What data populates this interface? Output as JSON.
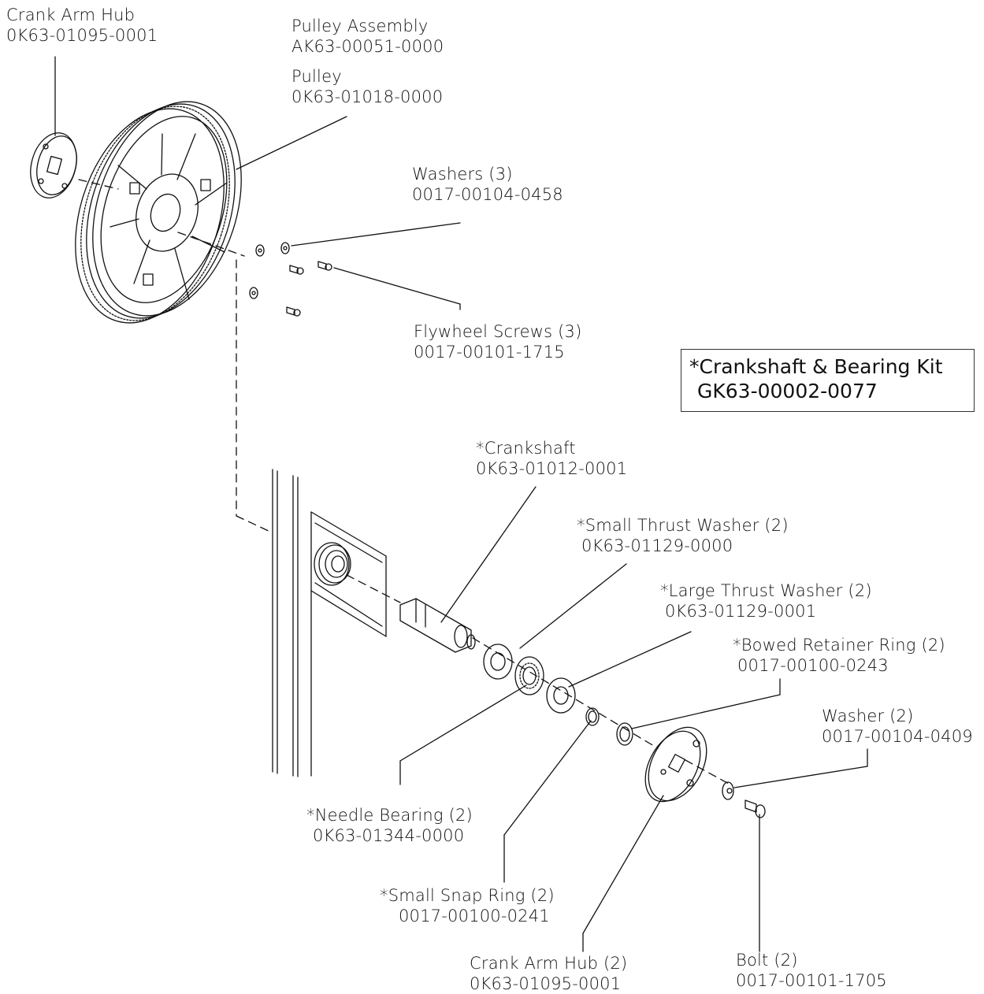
{
  "labels": {
    "crank_arm_hub_top": {
      "name": "Crank Arm Hub",
      "part": "0K63-01095-0001"
    },
    "pulley_assembly": {
      "name": "Pulley Assembly",
      "part": "AK63-00051-0000"
    },
    "pulley": {
      "name": "Pulley",
      "part": "0K63-01018-0000"
    },
    "washers": {
      "name": "Washers (3)",
      "part": "0017-00104-0458"
    },
    "flywheel_screws": {
      "name": "Flywheel Screws (3)",
      "part": "0017-00101-1715"
    },
    "crankshaft": {
      "name": "*Crankshaft",
      "part": "0K63-01012-0001"
    },
    "small_thrust_washer": {
      "name": "*Small Thrust Washer (2)",
      "part": "0K63-01129-0000"
    },
    "large_thrust_washer": {
      "name": "*Large Thrust Washer (2)",
      "part": "0K63-01129-0001"
    },
    "bowed_retainer_ring": {
      "name": "*Bowed Retainer Ring (2)",
      "part": "0017-00100-0243"
    },
    "washer_2": {
      "name": "Washer (2)",
      "part": "0017-00104-0409"
    },
    "needle_bearing": {
      "name": "*Needle Bearing (2)",
      "part": "0K63-01344-0000"
    },
    "small_snap_ring": {
      "name": "*Small Snap Ring (2)",
      "part": "0017-00100-0241"
    },
    "crank_arm_hub_bottom": {
      "name": "Crank Arm Hub (2)",
      "part": "0K63-01095-0001"
    },
    "bolt": {
      "name": "Bolt (2)",
      "part": "0017-00101-1705"
    }
  },
  "kit": {
    "name": "*Crankshaft & Bearing Kit",
    "part": "GK63-00002-0077"
  },
  "colors": {
    "ink": "#111111",
    "background": "#ffffff"
  }
}
